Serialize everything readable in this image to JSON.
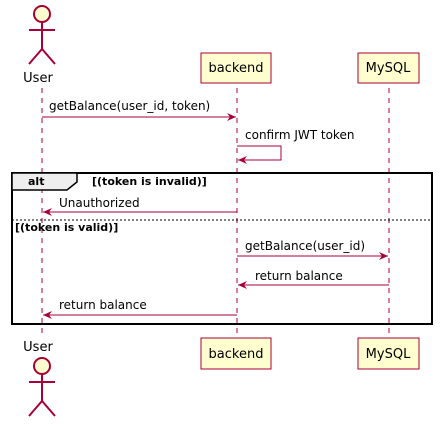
{
  "participants": {
    "user": "User",
    "backend": "backend",
    "mysql": "MySQL"
  },
  "messages": {
    "m1": "getBalance(user_id, token)",
    "m2": "confirm JWT token",
    "m3": "Unauthorized",
    "m4": "getBalance(user_id)",
    "m5": "return balance",
    "m6": "return balance"
  },
  "fragment": {
    "keyword": "alt",
    "guard1": "[(token is invalid)]",
    "guard2": "[(token is valid)]"
  },
  "colors": {
    "box_fill": "#FEFECE",
    "box_border": "#A80036",
    "arrow": "#A80036",
    "lifeline": "#A80036"
  }
}
